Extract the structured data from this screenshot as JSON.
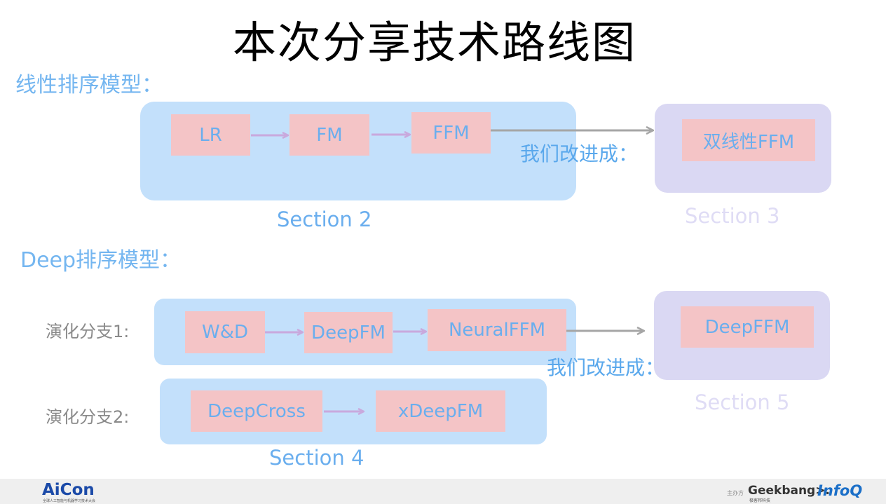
{
  "title": "本次分享技术路线图",
  "linear_heading": "线性排序模型：",
  "deep_heading": "Deep排序模型：",
  "linear": {
    "boxes": [
      "LR",
      "FM",
      "FFM"
    ],
    "section_label": "Section 2",
    "improve_label": "我们改进成：",
    "result_box": "双线性FFM",
    "result_section": "Section 3"
  },
  "deep": {
    "branch1_label": "演化分支1:",
    "branch1_boxes": [
      "W&D",
      "DeepFM",
      "NeuralFFM"
    ],
    "branch2_label": "演化分支2:",
    "branch2_boxes": [
      "DeepCross",
      "xDeepFM"
    ],
    "section_label": "Section 4",
    "improve_label": "我们改进成：",
    "result_box": "DeepFFM",
    "result_section": "Section 5"
  },
  "footer": {
    "logo_left": "AiCon",
    "logo_left_sub": "全球人工智能与机器学习技术大会",
    "host_label": "主办方",
    "logo_geek": "Geekbang>.",
    "logo_geek_sub": "极客邦科技",
    "logo_infoq": "InfoQ"
  },
  "colors": {
    "container_blue": "#c3e0fb",
    "container_purple": "#dad8f3",
    "box_pink": "#f4c4c6",
    "text_blue": "#6aaeee",
    "arrow_purple": "#c9a9dd",
    "arrow_gray": "#a6a6a6"
  }
}
